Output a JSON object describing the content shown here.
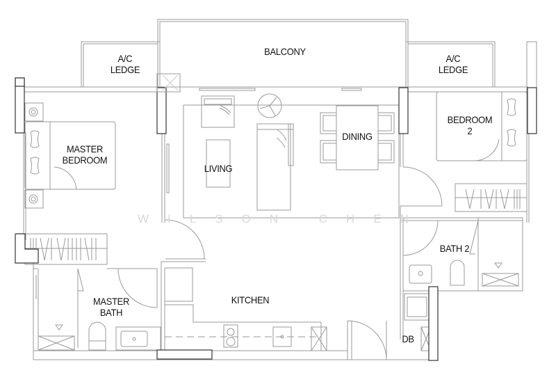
{
  "floorplan": {
    "rooms": {
      "ac_ledge_left": "A/C\nLEDGE",
      "balcony": "BALCONY",
      "ac_ledge_right": "A/C\nLEDGE",
      "master_bedroom": "MASTER\nBEDROOM",
      "living": "LIVING",
      "dining": "DINING",
      "bedroom2": "BEDROOM\n2",
      "bath2": "BATH 2",
      "master_bath": "MASTER\nBATH",
      "kitchen": "KITCHEN",
      "db": "DB"
    },
    "watermark": "WILSON CHEN",
    "colors": {
      "line": "#9a9a9a",
      "wall": "#555555",
      "text": "#111111",
      "watermark": "#d8d8d8"
    }
  }
}
